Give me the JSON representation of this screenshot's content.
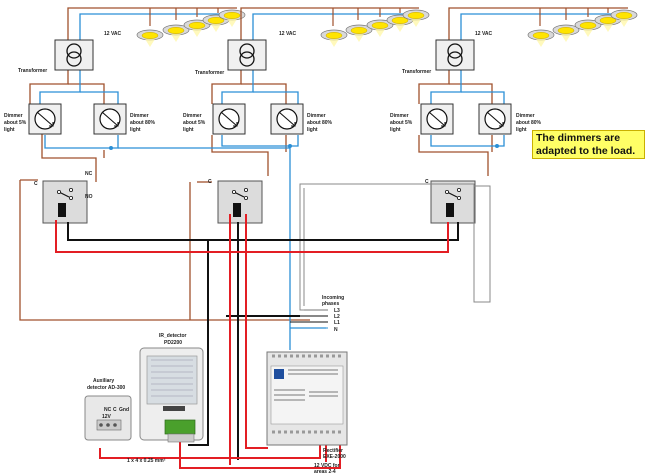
{
  "labels": {
    "vac": "12 VAC",
    "transformer": "Transformer",
    "dimmer_low": [
      "Dimmer",
      "about 5%",
      "light"
    ],
    "dimmer_high": [
      "Dimmer",
      "about 80%",
      "light"
    ],
    "relay_c": "C",
    "relay_nc": "NC",
    "relay_no": "NO",
    "incoming_phases": [
      "Incoming",
      "phases"
    ],
    "phases": [
      "L3",
      "L2",
      "L1",
      "N"
    ],
    "ir_detector": [
      "IR_detector",
      "PD2200"
    ],
    "auxiliary_detector": [
      "Auxiliary",
      "detector AD-300"
    ],
    "aux_terminals": [
      "NC",
      "C",
      "Gnd"
    ],
    "aux_voltage": "12V",
    "cable": "1 x 4 x 0.25 mm²",
    "rectifier": [
      "Rectifier",
      "EXE-2000"
    ],
    "vdc_note": [
      "12 VDC  for",
      "areas 2-4"
    ]
  },
  "note": [
    "The dimmers are",
    "adapted to the load."
  ],
  "colors": {
    "brown": "#a0522d",
    "blue": "#2b8fd6",
    "red": "#e31e24",
    "black": "#111111",
    "gray": "#888888",
    "note_bg": "#ffff66"
  }
}
